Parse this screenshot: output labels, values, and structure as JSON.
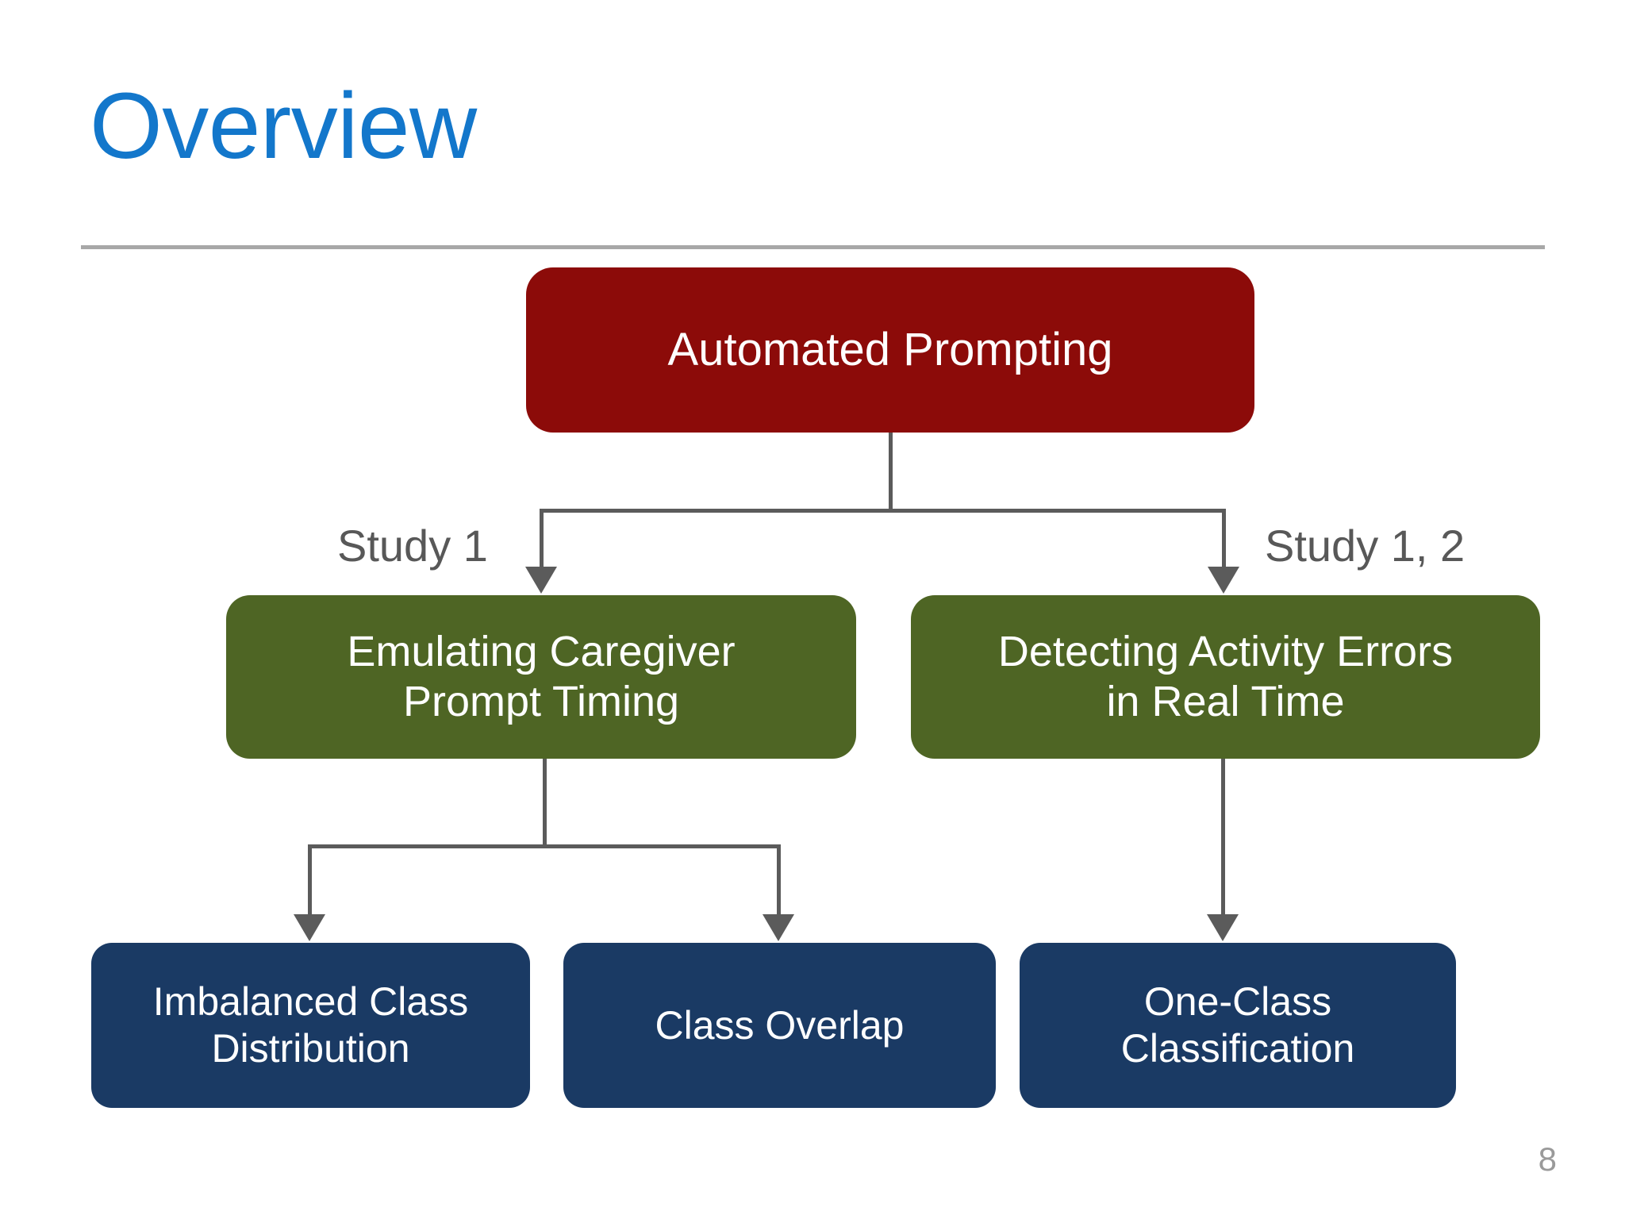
{
  "slide": {
    "title": "Overview",
    "page_number": "8",
    "title_color": "#1377CB",
    "divider_color": "#A8A8A8",
    "background_color": "#FFFFFF"
  },
  "diagram": {
    "type": "flowchart",
    "connector_color": "#5B5B5B",
    "nodes": [
      {
        "id": "automated-prompting",
        "label": "Automated Prompting",
        "level": 0,
        "color": "#8C0B09",
        "text_color": "#FFFFFF"
      },
      {
        "id": "emulating-caregiver-prompt-timing",
        "label": "Emulating Caregiver\nPrompt Timing",
        "level": 1,
        "color": "#4E6524",
        "text_color": "#FFFFFF"
      },
      {
        "id": "detecting-activity-errors-in-real-time",
        "label": "Detecting Activity Errors\nin Real Time",
        "level": 1,
        "color": "#4E6524",
        "text_color": "#FFFFFF"
      },
      {
        "id": "imbalanced-class-distribution",
        "label": "Imbalanced Class\nDistribution",
        "level": 2,
        "color": "#1A3A64",
        "text_color": "#FFFFFF"
      },
      {
        "id": "class-overlap",
        "label": "Class Overlap",
        "level": 2,
        "color": "#1A3A64",
        "text_color": "#FFFFFF"
      },
      {
        "id": "one-class-classification",
        "label": "One-Class\nClassification",
        "level": 2,
        "color": "#1A3A64",
        "text_color": "#FFFFFF"
      }
    ],
    "edges": [
      {
        "from": "automated-prompting",
        "to": "emulating-caregiver-prompt-timing",
        "label": "Study 1"
      },
      {
        "from": "automated-prompting",
        "to": "detecting-activity-errors-in-real-time",
        "label": "Study 1, 2"
      },
      {
        "from": "emulating-caregiver-prompt-timing",
        "to": "imbalanced-class-distribution",
        "label": ""
      },
      {
        "from": "emulating-caregiver-prompt-timing",
        "to": "class-overlap",
        "label": ""
      },
      {
        "from": "detecting-activity-errors-in-real-time",
        "to": "one-class-classification",
        "label": ""
      }
    ],
    "edge_labels": {
      "study_1": "Study 1",
      "study_1_2": "Study 1, 2"
    }
  }
}
